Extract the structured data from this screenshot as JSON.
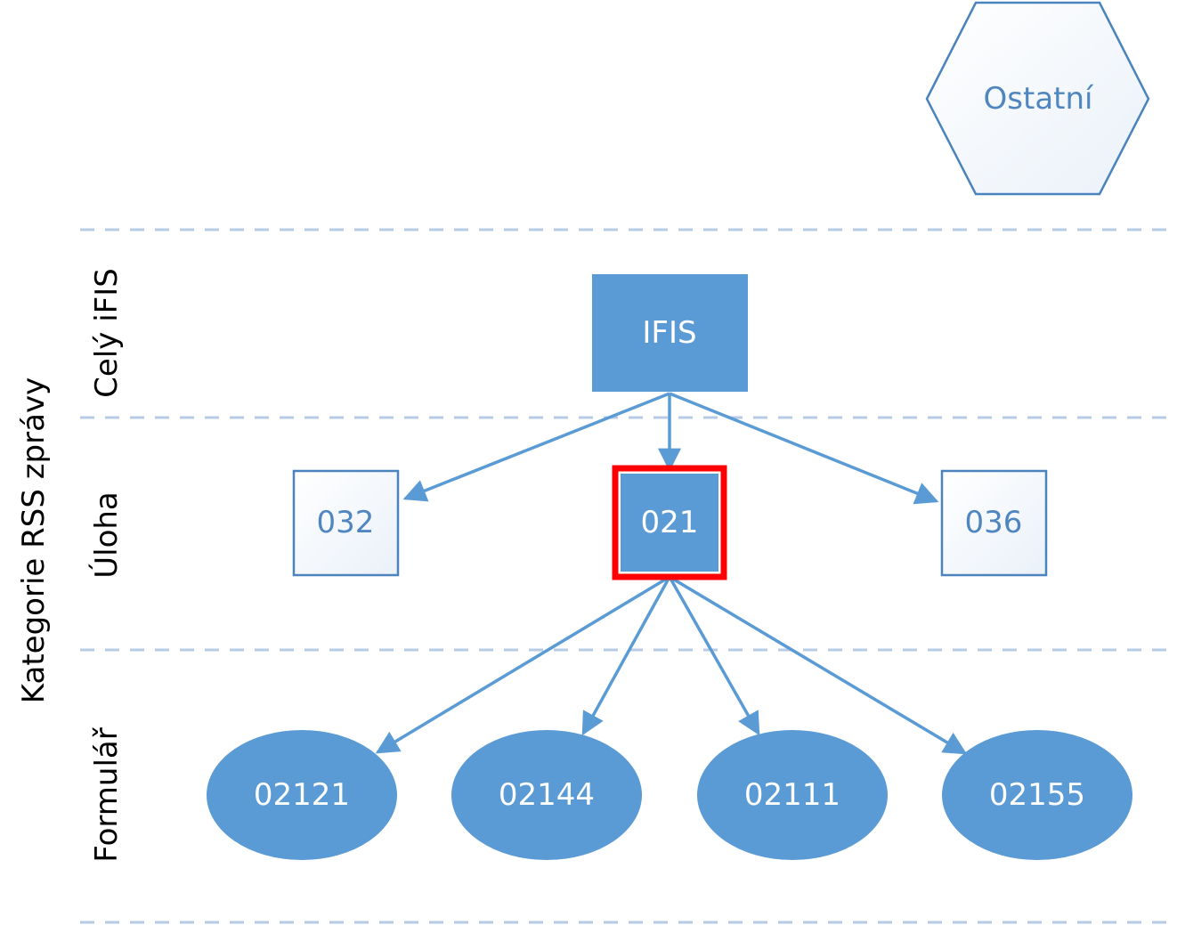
{
  "diagram": {
    "axis_label": "Kategorie RSS zprávy",
    "levels": {
      "whole": "Celý iFIS",
      "task": "Úloha",
      "form": "Formulář"
    },
    "nodes": {
      "other": "Ostatní",
      "root": "IFIS",
      "task_032": "032",
      "task_021": "021",
      "task_036": "036",
      "form_02121": "02121",
      "form_02144": "02144",
      "form_02111": "02111",
      "form_02155": "02155"
    },
    "colors": {
      "fill": "#5b9bd5",
      "outline": "#4a83bd",
      "light_text": "#4f86c0",
      "dashed_line": "#b7cbe6",
      "highlight": "#ff0000",
      "white_text": "#ffffff"
    }
  }
}
